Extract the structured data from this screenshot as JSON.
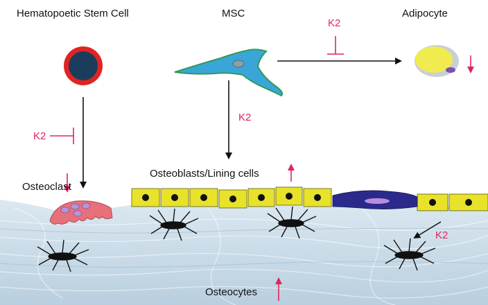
{
  "labels": {
    "hsc": "Hematopoetic Stem Cell",
    "msc": "MSC",
    "adipocyte": "Adipocyte",
    "osteoclast": "Osteoclast",
    "osteoblasts": "Osteoblasts/Lining cells",
    "osteocytes": "Osteocytes"
  },
  "k2": {
    "adipo_inhibit": "K2",
    "hsc_inhibit": "K2",
    "msc_promote": "K2",
    "osteocyte_promote": "K2"
  },
  "colors": {
    "accent": "#e0245e",
    "bone": "#c9dbe8",
    "osteoblast": "#e8e22a",
    "lining_cell": "#2b2a8c",
    "osteoclast": "#e8707a",
    "hsc_outer": "#e02424",
    "hsc_inner": "#1b3d5c",
    "adipocyte": "#f0ec50",
    "msc": "#3aa6d8"
  }
}
